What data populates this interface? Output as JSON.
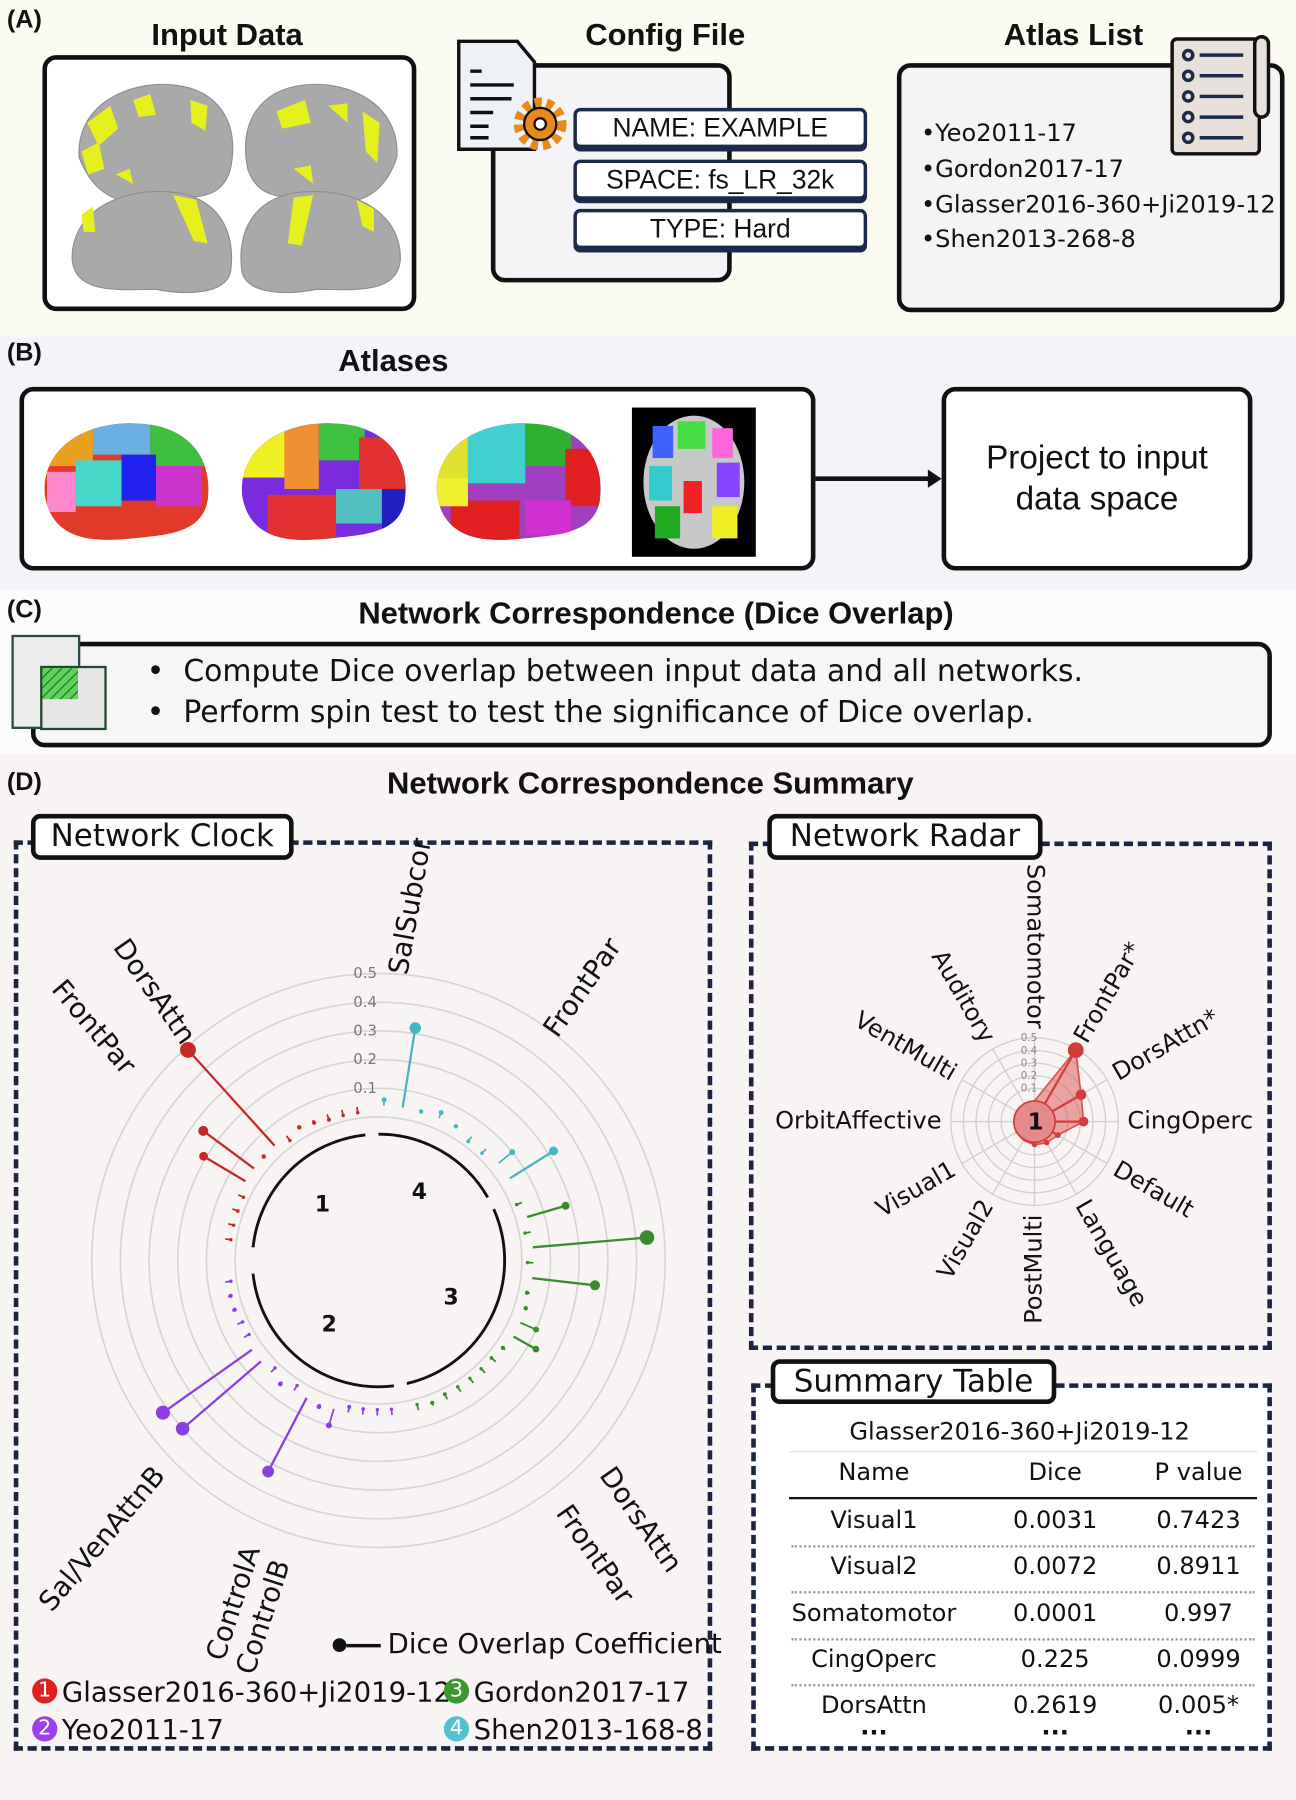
{
  "panels": {
    "a": "(A)",
    "b": "(B)",
    "c": "(C)",
    "d": "(D)"
  },
  "section_a": {
    "input_title": "Input Data",
    "config_title": "Config File",
    "config_fields": [
      "NAME: EXAMPLE",
      "SPACE: fs_LR_32k",
      "TYPE: Hard"
    ],
    "atlas_title": "Atlas List",
    "atlas_items": [
      "•Yeo2011-17",
      "•Gordon2017-17",
      "•Glasser2016-360+Ji2019-12",
      "•Shen2013-268-8"
    ]
  },
  "section_b": {
    "title": "Atlases",
    "project_label_line1": "Project to input",
    "project_label_line2": "data space"
  },
  "section_c": {
    "title": "Network Correspondence (Dice Overlap)",
    "bullets": [
      "Compute Dice overlap between input data and all networks.",
      "Perform spin test to test the significance of Dice overlap."
    ]
  },
  "section_d": {
    "title": "Network Correspondence Summary",
    "clock_label": "Network Clock",
    "radar_label": "Network Radar",
    "table_label": "Summary Table"
  },
  "chart_data": [
    {
      "type": "radial-lollipop",
      "radial_ticks": [
        "0.1",
        "0.2",
        "0.3",
        "0.4",
        "0.5"
      ],
      "rlim": [
        0,
        0.5
      ],
      "legend_marker": "Dice Overlap Coefficient",
      "series": [
        {
          "id": "1",
          "name": "Glasser2016-360+Ji2019-12",
          "color": "#c62828",
          "values": [
            0.0,
            0.0,
            0.02,
            0.03,
            0.04,
            0.0,
            0.49,
            0.04,
            0.26,
            0.21,
            0.0,
            0.01,
            0.0,
            0.0
          ]
        },
        {
          "id": "2",
          "name": "Yeo2011-17",
          "color": "#8a3fe0",
          "values": [
            0.0,
            0.03,
            0.03,
            0.0,
            0.0,
            0.42,
            0.4,
            0.0,
            0.05,
            0.0,
            0.33,
            0.05,
            0.1,
            0.02,
            0.01,
            0.0,
            0.0
          ]
        },
        {
          "id": "3",
          "name": "Gordon2017-17",
          "color": "#3a8a2e",
          "values": [
            0.0,
            0.03,
            0.02,
            0.0,
            0.0,
            0.0,
            0.01,
            0.03,
            0.13,
            0.1,
            0.04,
            0.03,
            0.26,
            0.0,
            0.44,
            0.0,
            0.18,
            0.0
          ]
        },
        {
          "id": "4",
          "name": "Shen2013-168-8",
          "color": "#45b5c4",
          "values": [
            0.22,
            0.1,
            0.01,
            0.02,
            0.04,
            0.06,
            0.04,
            0.32,
            0.06
          ]
        }
      ],
      "annotations": [
        "SalSubcor",
        "FrontPar",
        "DorsAttn",
        "FrontPar",
        "DorsAttn",
        "FrontPar",
        "Sal/VenAttnB",
        "ControlA",
        "ControlB"
      ]
    },
    {
      "type": "radar",
      "center_label": "1",
      "color": "#d9534f",
      "radial_ticks": [
        "0.1",
        "0.2",
        "0.3",
        "0.4",
        "0.5"
      ],
      "rlim": [
        0,
        0.5
      ],
      "categories": [
        "Somatomotor",
        "FrontPar*",
        "DorsAttn*",
        "CingOperc",
        "Default",
        "Language",
        "PostMulti",
        "Visual2",
        "Visual1",
        "OrbitAffective",
        "VentMulti",
        "Auditory"
      ],
      "values": [
        0.0001,
        0.49,
        0.2619,
        0.225,
        0.05,
        0.03,
        0.02,
        0.0072,
        0.0031,
        0.0,
        0.0,
        0.0
      ]
    },
    {
      "type": "table",
      "title": "Glasser2016-360+Ji2019-12",
      "columns": [
        "Name",
        "Dice",
        "P value"
      ],
      "rows": [
        [
          "Visual1",
          "0.0031",
          "0.7423"
        ],
        [
          "Visual2",
          "0.0072",
          "0.8911"
        ],
        [
          "Somatomotor",
          "0.0001",
          "0.997"
        ],
        [
          "CingOperc",
          "0.225",
          "0.0999"
        ],
        [
          "DorsAttn",
          "0.2619",
          "0.005*"
        ],
        [
          "...",
          "...",
          "..."
        ]
      ]
    }
  ]
}
